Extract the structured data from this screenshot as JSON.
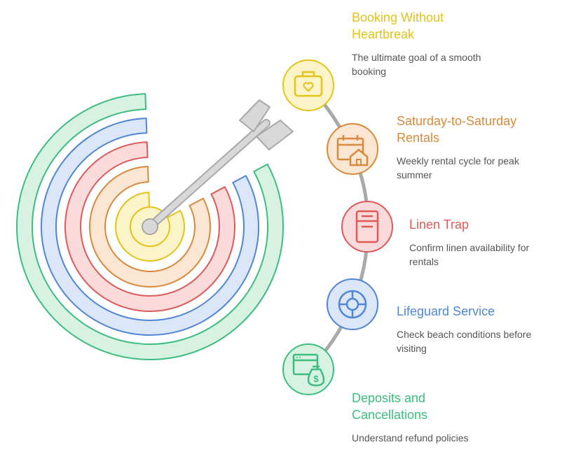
{
  "colors": {
    "yellow": "#e3c21a",
    "orange": "#d9893b",
    "red": "#dd5a5a",
    "blue": "#4f86d6",
    "green": "#3dbd7f",
    "text": "#555555",
    "arrow_fill": "#d8d8d8",
    "arrow_stroke": "#a8a8a8"
  },
  "items": [
    {
      "title_line1": "Booking Without",
      "title_line2": "Heartbreak",
      "desc_line1": "The ultimate goal of a smooth",
      "desc_line2": "booking",
      "icon": "briefcase-heart-icon",
      "color": "#e3c21a"
    },
    {
      "title_line1": "Saturday-to-Saturday",
      "title_line2": "Rentals",
      "desc_line1": "Weekly rental cycle for peak",
      "desc_line2": "summer",
      "icon": "calendar-house-icon",
      "color": "#d9893b"
    },
    {
      "title_line1": "Linen Trap",
      "title_line2": "",
      "desc_line1": "Confirm linen availability for",
      "desc_line2": "rentals",
      "icon": "linen-cabinet-icon",
      "color": "#dd5a5a"
    },
    {
      "title_line1": "Lifeguard Service",
      "title_line2": "",
      "desc_line1": "Check beach conditions before",
      "desc_line2": "visiting",
      "icon": "lifebuoy-icon",
      "color": "#4f86d6"
    },
    {
      "title_line1": "Deposits and",
      "title_line2": "Cancellations",
      "desc_line1": "Understand refund policies",
      "desc_line2": "",
      "icon": "money-window-icon",
      "color": "#3dbd7f"
    }
  ]
}
